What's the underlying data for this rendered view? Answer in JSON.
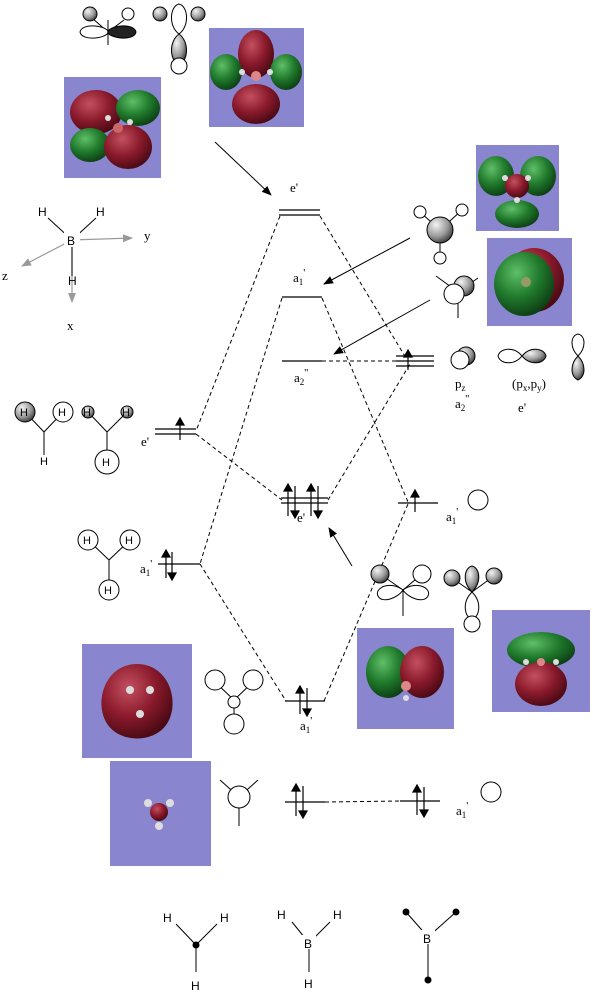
{
  "axes": {
    "x": "x",
    "y": "y",
    "z": "z",
    "b": "B",
    "h": "H"
  },
  "levels": {
    "e_prime_top": "e'",
    "a1_mid_prefix": "a",
    "a1_mid_sub": "1",
    "a1_mid_sup": "'",
    "a2_mid_prefix": "a",
    "a2_mid_sub": "2",
    "a2_mid_sup": "''",
    "e_prime_left": "e'",
    "e_prime_center": "e'",
    "a1_left_prefix": "a",
    "a1_left_sub": "1",
    "a1_left_sup": "'",
    "a1_bottom_prefix": "a",
    "a1_bottom_sub": "1",
    "a1_bottom_sup": "'",
    "a1_right_prefix": "a",
    "a1_right_sub": "1",
    "a1_right_sup": "'",
    "a1_core_prefix": "a",
    "a1_core_sub": "1",
    "a1_core_sup": "'"
  },
  "boron_p": {
    "pz_main": "p",
    "pz_sub": "z",
    "pxy_open": "(p",
    "pxy_x": "x",
    "pxy_comma": ",p",
    "pxy_y": "y",
    "pxy_close": ")",
    "a2_main": "a",
    "a2_sub": "2",
    "a2_sup": "''",
    "e_prime": "e'"
  },
  "bottom_structures": {
    "h3_h": "H",
    "bh3_h": "H",
    "bh3_b": "B",
    "b_only": "B"
  },
  "colors": {
    "panel": "#8a85cf",
    "lobe_red": "#7a1526",
    "lobe_green": "#1f7a2c",
    "atom_red": "#8e3a46"
  }
}
